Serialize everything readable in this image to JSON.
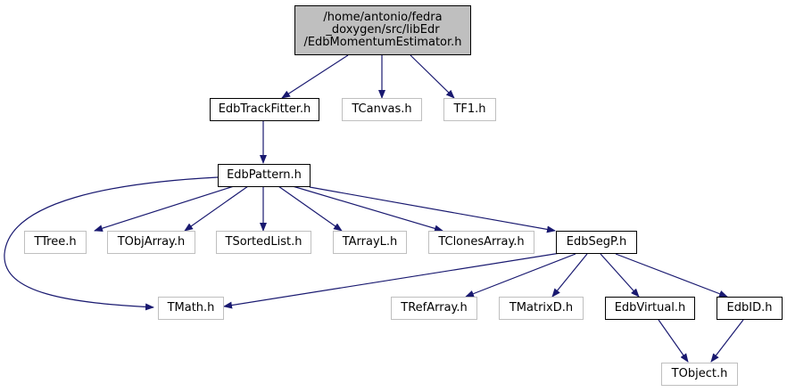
{
  "root": {
    "label_lines": [
      "/home/antonio/fedra",
      "_doxygen/src/libEdr",
      "/EdbMomentumEstimator.h"
    ]
  },
  "nodes": {
    "EdbTrackFitter": "EdbTrackFitter.h",
    "TCanvas": "TCanvas.h",
    "TF1": "TF1.h",
    "EdbPattern": "EdbPattern.h",
    "TTree": "TTree.h",
    "TObjArray": "TObjArray.h",
    "TSortedList": "TSortedList.h",
    "TArrayL": "TArrayL.h",
    "TClonesArray": "TClonesArray.h",
    "EdbSegP": "EdbSegP.h",
    "TMath": "TMath.h",
    "TRefArray": "TRefArray.h",
    "TMatrixD": "TMatrixD.h",
    "EdbVirtual": "EdbVirtual.h",
    "EdbID": "EdbID.h",
    "TObject": "TObject.h"
  },
  "colors": {
    "edge": "#191970",
    "documented_border": "#000000",
    "external_border": "#bfbfbf",
    "root_fill": "#bfbfbf"
  }
}
